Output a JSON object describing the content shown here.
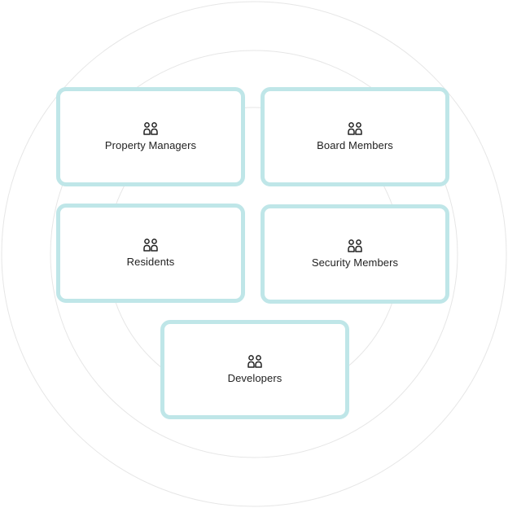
{
  "diagram": {
    "ring_color": "#e6e6e6",
    "card_border_color": "#bfe6e8",
    "nodes": [
      {
        "label": "Property Managers",
        "icon": "users-group-icon"
      },
      {
        "label": "Board Members",
        "icon": "users-group-icon"
      },
      {
        "label": "Residents",
        "icon": "users-group-icon"
      },
      {
        "label": "Security Members",
        "icon": "users-group-icon"
      },
      {
        "label": "Developers",
        "icon": "users-group-icon"
      }
    ]
  }
}
